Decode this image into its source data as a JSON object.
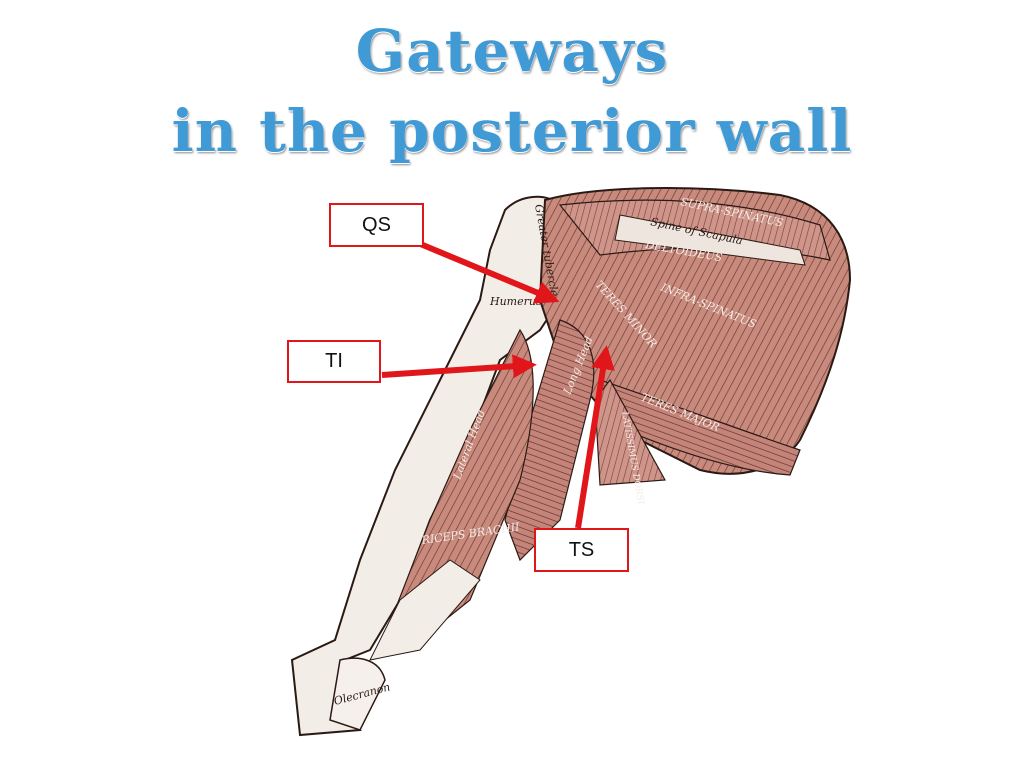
{
  "title": {
    "line1": "Gateways",
    "line2": "in the  posterior wall"
  },
  "labels": {
    "qs": "QS",
    "ti": "TI",
    "ts": "TS"
  },
  "anatomy_labels": {
    "greater_tubercle": "Greater tubercle",
    "humerus": "Humerus",
    "supra_spinatus": "SUPRA-SPINATUS",
    "spine_of_scapula": "Spine of Scapula",
    "deltoideus": "DELTOIDEUS",
    "infra_spinatus": "INFRA-SPINATUS",
    "teres_minor": "TERES MINOR",
    "teres_major": "TERES MAJOR",
    "long_head": "Long Head",
    "lateral_head": "Lateral Head",
    "latissimus_dorsi": "LATISSIMUS DORSI",
    "triceps_brachii": "TRICEPS BRACHII",
    "olecranon": "Olecranon"
  },
  "colors": {
    "title": "#3f9ad6",
    "arrow": "#e0161b",
    "muscle": "#c98a7e",
    "tendon": "#f3ede8",
    "outline": "#2b1a14"
  }
}
